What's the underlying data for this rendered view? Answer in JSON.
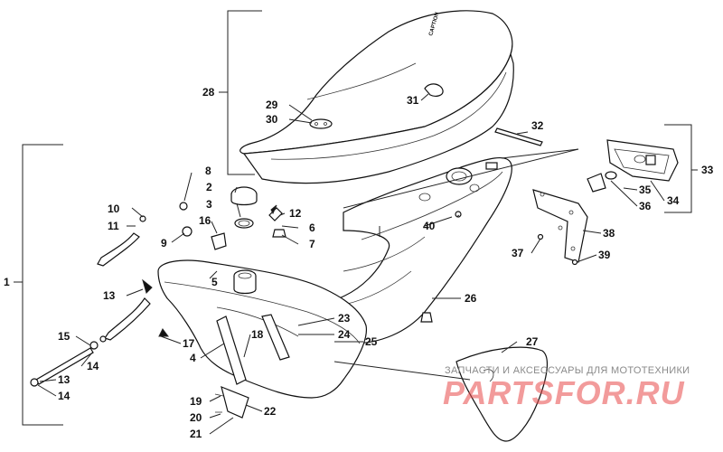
{
  "callouts": [
    {
      "id": "c1",
      "text": "1"
    },
    {
      "id": "c2",
      "text": "2"
    },
    {
      "id": "c3",
      "text": "3"
    },
    {
      "id": "c4",
      "text": "4"
    },
    {
      "id": "c5",
      "text": "5"
    },
    {
      "id": "c6",
      "text": "6"
    },
    {
      "id": "c7",
      "text": "7"
    },
    {
      "id": "c8",
      "text": "8"
    },
    {
      "id": "c9",
      "text": "9"
    },
    {
      "id": "c10",
      "text": "10"
    },
    {
      "id": "c11",
      "text": "11"
    },
    {
      "id": "c12",
      "text": "12"
    },
    {
      "id": "c13a",
      "text": "13"
    },
    {
      "id": "c13b",
      "text": "13"
    },
    {
      "id": "c14a",
      "text": "14"
    },
    {
      "id": "c14b",
      "text": "14"
    },
    {
      "id": "c15",
      "text": "15"
    },
    {
      "id": "c16",
      "text": "16"
    },
    {
      "id": "c17",
      "text": "17"
    },
    {
      "id": "c18",
      "text": "18"
    },
    {
      "id": "c19",
      "text": "19"
    },
    {
      "id": "c20",
      "text": "20"
    },
    {
      "id": "c21",
      "text": "21"
    },
    {
      "id": "c22",
      "text": "22"
    },
    {
      "id": "c23",
      "text": "23"
    },
    {
      "id": "c24",
      "text": "24"
    },
    {
      "id": "c25",
      "text": "25"
    },
    {
      "id": "c26",
      "text": "26"
    },
    {
      "id": "c27",
      "text": "27"
    },
    {
      "id": "c28",
      "text": "28"
    },
    {
      "id": "c29",
      "text": "29"
    },
    {
      "id": "c30",
      "text": "30"
    },
    {
      "id": "c31",
      "text": "31"
    },
    {
      "id": "c32",
      "text": "32"
    },
    {
      "id": "c33",
      "text": "33"
    },
    {
      "id": "c34",
      "text": "34"
    },
    {
      "id": "c35",
      "text": "35"
    },
    {
      "id": "c36",
      "text": "36"
    },
    {
      "id": "c37",
      "text": "37"
    },
    {
      "id": "c38",
      "text": "38"
    },
    {
      "id": "c39",
      "text": "39"
    },
    {
      "id": "c40",
      "text": "40"
    }
  ],
  "seat_brand": "CAPTION",
  "watermark": {
    "tagline": "ЗАПЧАСТИ И АКСЕССУАРЫ ДЛЯ МОТОТЕХНИКИ",
    "logo": "PARTSFOR.RU"
  },
  "colors": {
    "watermark_logo": "#e84a4a",
    "watermark_text": "#8a8a8a",
    "line": "#222222"
  }
}
